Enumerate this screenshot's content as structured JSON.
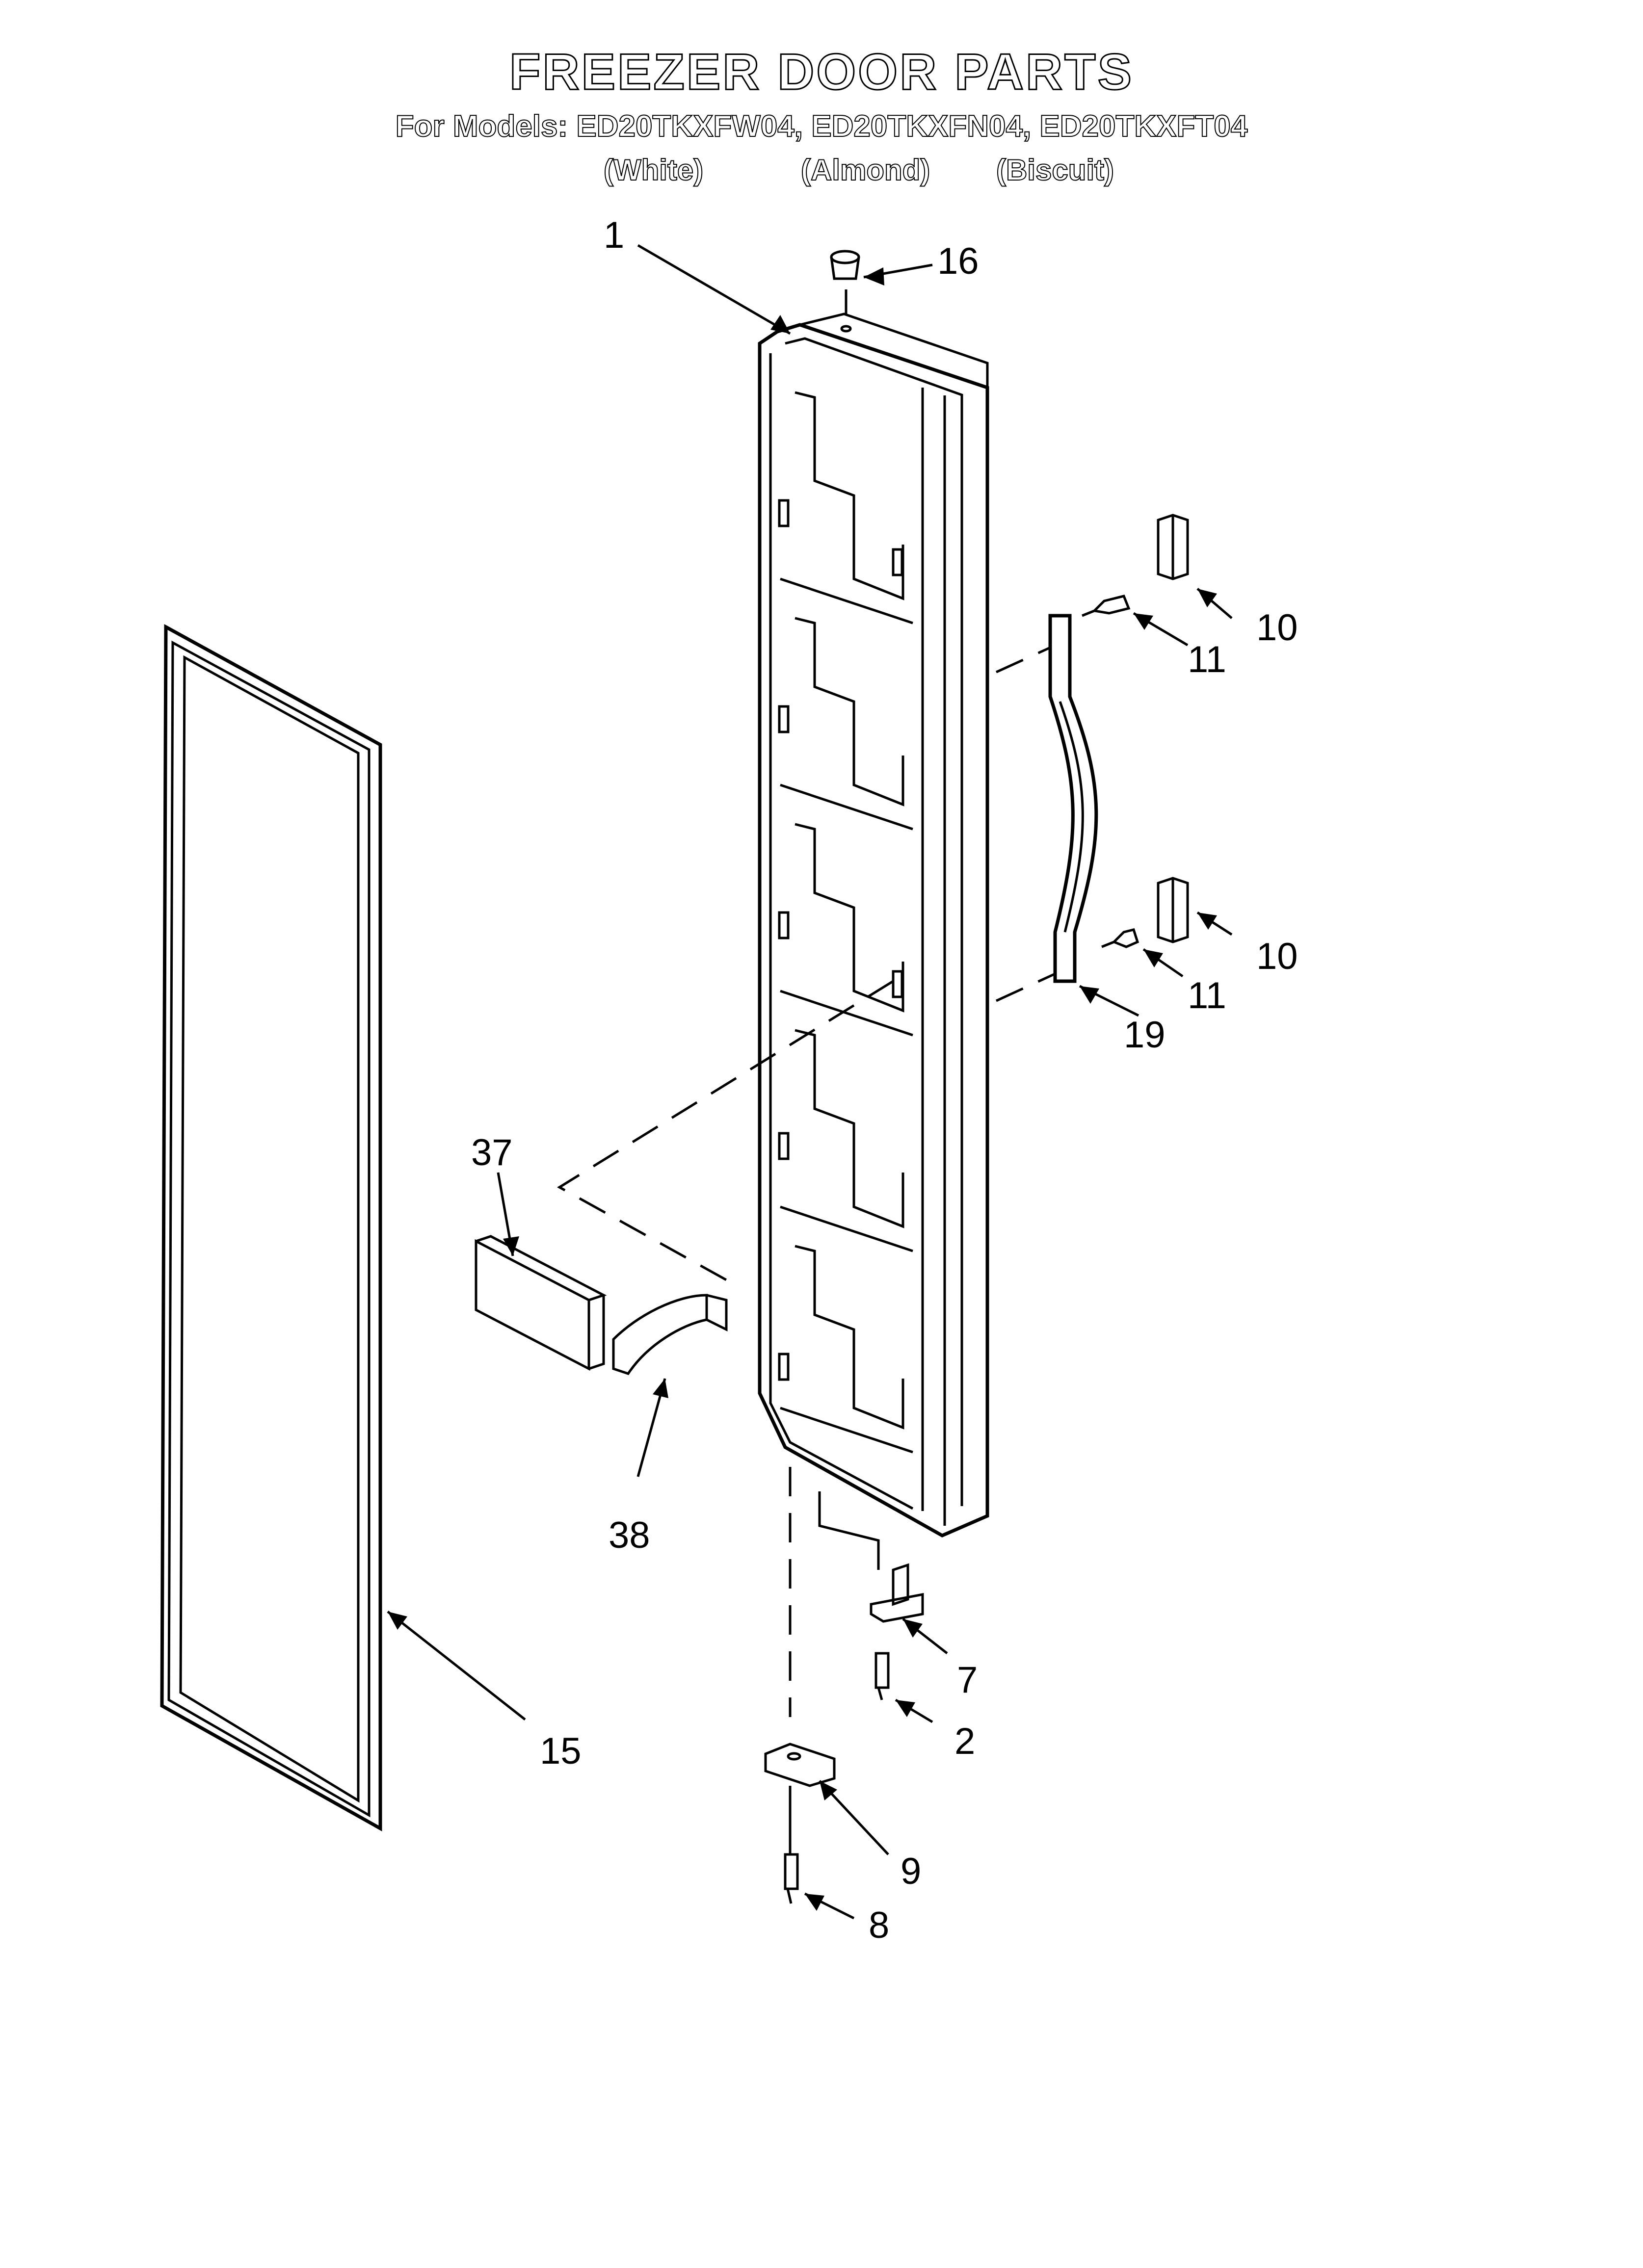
{
  "header": {
    "title": "FREEZER DOOR PARTS",
    "models_line": "For Models: ED20TKXFW04, ED20TKXFN04, ED20TKXFT04",
    "color_1": "(White)",
    "color_2": "(Almond)",
    "color_3": "(Biscuit)"
  },
  "callouts": {
    "door": "1",
    "door_stop": "16",
    "handle_cap_top": "10",
    "handle_screw_top": "11",
    "handle_cap_bottom": "10",
    "handle_screw_bottom": "11",
    "handle": "19",
    "shelf_retainer": "37",
    "shelf_end_cap": "38",
    "gasket": "15",
    "hinge_pin": "7",
    "hinge_pin_screw": "2",
    "hinge_bracket": "9",
    "hinge_screw": "8"
  }
}
